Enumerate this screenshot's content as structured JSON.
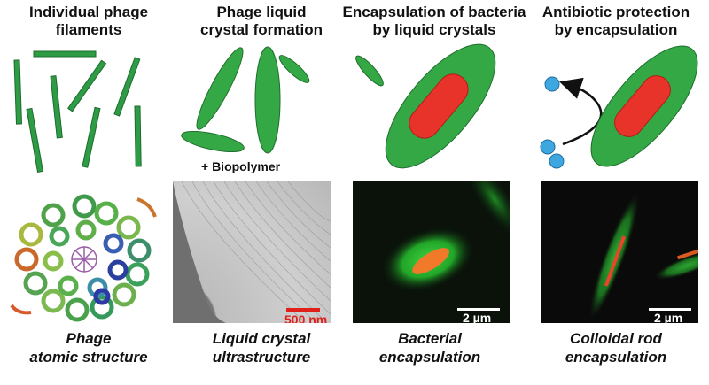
{
  "panels": [
    {
      "title": [
        "Individual phage",
        "filaments"
      ],
      "caption": [
        "Phage",
        "atomic structure"
      ]
    },
    {
      "title": [
        "Phage liquid",
        "crystal formation"
      ],
      "annotation": "+ Biopolymer",
      "caption": [
        "Liquid crystal",
        "ultrastructure"
      ],
      "scale_bar": "500 nm"
    },
    {
      "title": [
        "Encapsulation of bacteria",
        "by liquid crystals"
      ],
      "caption": [
        "Bacterial",
        "encapsulation"
      ],
      "scale_bar": "2 µm"
    },
    {
      "title": [
        "Antibiotic protection",
        "by encapsulation"
      ],
      "caption": [
        "Colloidal rod",
        "encapsulation"
      ],
      "scale_bar": "2 µm"
    }
  ],
  "colors": {
    "filament": "#2e9b45",
    "liquid_crystal": "#35a846",
    "bacterium": "#e8332a",
    "antibiotic": "#3fa7e0",
    "scale_bar_red": "#e0201b"
  }
}
